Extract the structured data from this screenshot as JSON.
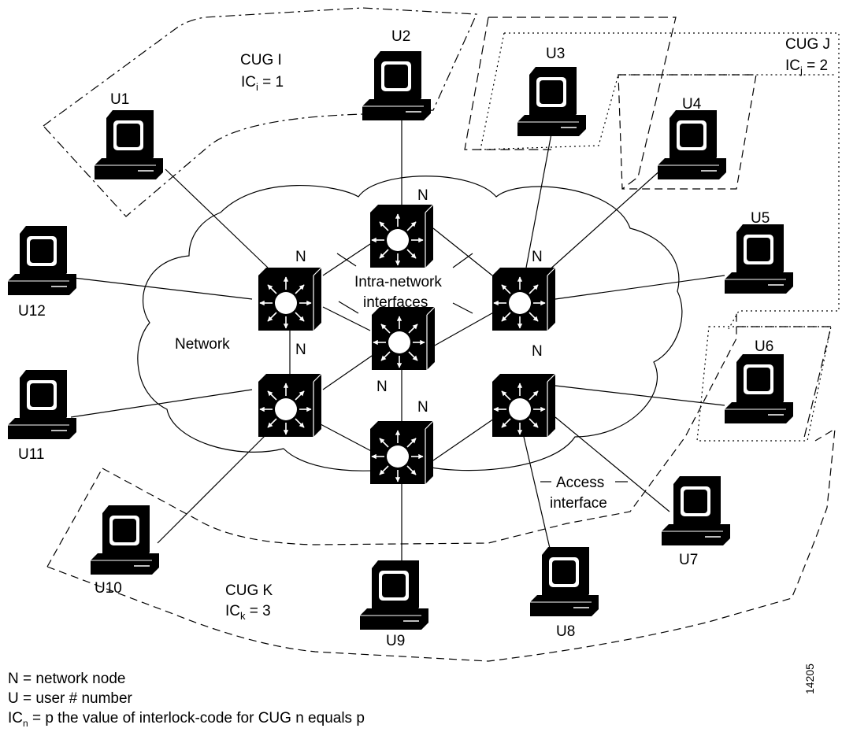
{
  "nodes": {
    "label": "N"
  },
  "users": [
    {
      "id": "u1",
      "label": "U1"
    },
    {
      "id": "u2",
      "label": "U2"
    },
    {
      "id": "u3",
      "label": "U3"
    },
    {
      "id": "u4",
      "label": "U4"
    },
    {
      "id": "u5",
      "label": "U5"
    },
    {
      "id": "u6",
      "label": "U6"
    },
    {
      "id": "u7",
      "label": "U7"
    },
    {
      "id": "u8",
      "label": "U8"
    },
    {
      "id": "u9",
      "label": "U9"
    },
    {
      "id": "u10",
      "label": "U10"
    },
    {
      "id": "u11",
      "label": "U11"
    },
    {
      "id": "u12",
      "label": "U12"
    }
  ],
  "cloud_label": "Network",
  "intra_network_label": [
    "Intra-network",
    "interfaces"
  ],
  "access_label": [
    "Access",
    "interface"
  ],
  "cugs": {
    "i": {
      "name": "CUG I",
      "ic_base": "IC",
      "ic_sub": "i",
      "ic_value": " = 1"
    },
    "j": {
      "name": "CUG J",
      "ic_base": "IC",
      "ic_sub": "j",
      "ic_value": " = 2"
    },
    "k": {
      "name": "CUG K",
      "ic_base": "IC",
      "ic_sub": "k",
      "ic_value": " = 3"
    }
  },
  "legend": {
    "line1": "N = network node",
    "line2": "U = user # number",
    "line3_base": "IC",
    "line3_sub": "n",
    "line3_rest": " = p the value of interlock-code for CUG n equals p"
  },
  "figure_id": "14205"
}
